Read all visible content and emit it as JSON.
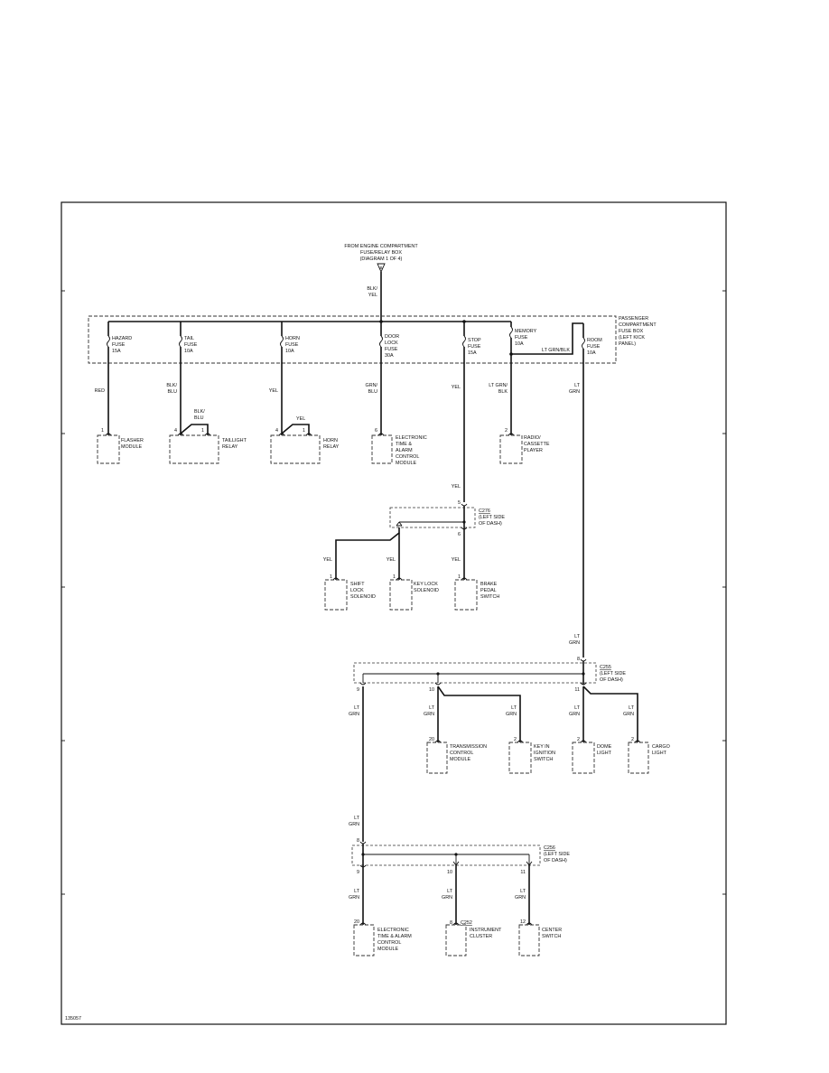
{
  "source": {
    "lines": [
      "FROM ENGINE COMPARTMENT",
      "FUSE/RELAY BOX",
      "(DIAGRAM 1 OF 4)"
    ],
    "connector_letter": "B",
    "wire": [
      "BLK/",
      "YEL"
    ]
  },
  "fuse_box": {
    "label_lines": [
      "PASSENGER",
      "COMPARTMENT",
      "FUSE BOX",
      "(LEFT KICK",
      "PANEL)"
    ],
    "internal_wire": "LT GRN/BLK"
  },
  "fuses": [
    {
      "lines": [
        "HAZARD",
        "FUSE",
        "15A"
      ],
      "wire": [
        "RED"
      ]
    },
    {
      "lines": [
        "TAIL",
        "FUSE",
        "10A"
      ],
      "wire": [
        "BLK/",
        "BLU"
      ]
    },
    {
      "lines": [
        "HORN",
        "FUSE",
        "10A"
      ],
      "wire": [
        "YEL"
      ]
    },
    {
      "lines": [
        "DOOR",
        "LOCK",
        "FUSE",
        "30A"
      ],
      "wire": [
        "GRN/",
        "BLU"
      ]
    },
    {
      "lines": [
        "STOP",
        "FUSE",
        "15A"
      ],
      "wire": [
        "YEL"
      ]
    },
    {
      "lines": [
        "MEMORY",
        "FUSE",
        "10A"
      ],
      "wire": [
        "LT GRN/",
        "BLK"
      ]
    },
    {
      "lines": [
        "ROOM",
        "FUSE",
        "10A"
      ],
      "wire": [
        "LT",
        "GRN"
      ]
    }
  ],
  "loads_row1": [
    {
      "pin": "1",
      "lines": [
        "FLASHER",
        "MODULE"
      ]
    },
    {
      "pin": "4",
      "pin2": "1",
      "jumper": [
        "BLK/",
        "BLU"
      ],
      "lines": [
        "TAILLIGHT",
        "RELAY"
      ]
    },
    {
      "pin": "4",
      "pin2": "1",
      "jumper": [
        "YEL"
      ],
      "lines": [
        "HORN",
        "RELAY"
      ]
    },
    {
      "pin": "6",
      "lines": [
        "ELECTRONIC",
        "TIME &",
        "ALARM",
        "CONTROL",
        "MODULE"
      ]
    },
    {
      "pin": "2",
      "lines": [
        "RADIO/",
        "CASSETTE",
        "PLAYER"
      ]
    }
  ],
  "connector1": {
    "name": "C276",
    "note": [
      "(LEFT SIDE",
      "OF DASH)"
    ],
    "in_pin": "5",
    "out_pin": "6",
    "in_wire": "YEL"
  },
  "loads_row2": [
    {
      "pin": "1",
      "wire": "YEL",
      "lines": [
        "SHIFT",
        "LOCK",
        "SOLENOID"
      ]
    },
    {
      "pin": "1",
      "wire": "YEL",
      "lines": [
        "KEY LOCK",
        "SOLENOID"
      ]
    },
    {
      "pin": "1",
      "wire": "YEL",
      "lines": [
        "BRAKE",
        "PEDAL",
        "SWITCH"
      ]
    }
  ],
  "connector2": {
    "name": "C255",
    "note": [
      "(LEFT SIDE",
      "OF DASH)"
    ],
    "in_pin": "8",
    "in_wire": [
      "LT",
      "GRN"
    ],
    "out_pins": [
      "9",
      "10",
      "11"
    ]
  },
  "loads_row3": [
    {
      "pin": "20",
      "wire": [
        "LT",
        "GRN"
      ],
      "lines": [
        "TRANSMISSION",
        "CONTROL",
        "MODULE"
      ]
    },
    {
      "pin": "2",
      "wire": [
        "LT",
        "GRN"
      ],
      "lines": [
        "KEY IN",
        "IGNITION",
        "SWITCH"
      ]
    },
    {
      "pin": "2",
      "wire": [
        "LT",
        "GRN"
      ],
      "lines": [
        "DOME",
        "LIGHT"
      ]
    },
    {
      "pin": "2",
      "wire": [
        "LT",
        "GRN"
      ],
      "lines": [
        "CARGO",
        "LIGHT"
      ]
    }
  ],
  "feed_to_c256": [
    "LT",
    "GRN"
  ],
  "connector3": {
    "name": "C256",
    "note": [
      "(LEFT SIDE",
      "OF DASH)"
    ],
    "in_pin": "8",
    "out_pins": [
      "9",
      "10",
      "11"
    ]
  },
  "loads_row4": [
    {
      "pin": "20",
      "wire": [
        "LT",
        "GRN"
      ],
      "lines": [
        "ELECTRONIC",
        "TIME & ALARM",
        "CONTROL",
        "MODULE"
      ]
    },
    {
      "pin": "8",
      "connector": "C252",
      "wire": [
        "LT",
        "GRN"
      ],
      "lines": [
        "INSTRUMENT",
        "CLUSTER"
      ]
    },
    {
      "pin": "12",
      "wire": [
        "LT",
        "GRN"
      ],
      "lines": [
        "CENTER",
        "SWITCH"
      ]
    }
  ],
  "figure_id": "135057"
}
